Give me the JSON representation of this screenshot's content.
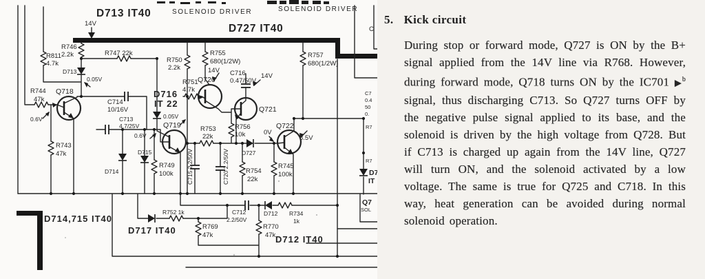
{
  "schematic": {
    "titles": {
      "d713": "D713 IT40",
      "solenoid_driver_1": "SOLENOID DRIVER",
      "solenoid_driver_2": "SOLENOID DRIVER",
      "d727": "D727 IT40",
      "d716_line1": "D716",
      "d716_line2": "IT 22",
      "d714_715": "D714,715 IT40",
      "d717": "D717 IT40",
      "d712": "D712 IT40"
    },
    "supply": {
      "v14_bus": "14V",
      "v14_q720": "14V",
      "v14_c716": "14V"
    },
    "test_points": {
      "tp_005_d713": "0.05V",
      "tp_06_q718": "0.6V",
      "tp_005_q719": "0.05V",
      "tp_06_q719": "0.6V",
      "tp_0v": "0V",
      "tp_85": "8.5V"
    },
    "transistors": {
      "q718": "Q718",
      "q719": "Q719",
      "q720": "Q720",
      "q721": "Q721",
      "q722": "Q722"
    },
    "diodes": {
      "d713": "D713",
      "d714": "D714",
      "d715": "D715",
      "d727": "D727",
      "d712": "D712"
    },
    "resistors": {
      "r811": {
        "name": "R811",
        "value": "4.7k"
      },
      "r746": {
        "name": "R746",
        "value": "2.2k"
      },
      "r747": {
        "name": "R747 22k"
      },
      "r744": {
        "name": "R744",
        "value": "47k"
      },
      "r743": {
        "name": "R743",
        "value": "47k"
      },
      "r750": {
        "name": "R750",
        "value": "2.2k"
      },
      "r751": {
        "name": "R751",
        "value": "4.7k"
      },
      "r749": {
        "name": "R749",
        "value": "100k"
      },
      "r753": {
        "name": "R753",
        "value": "22k"
      },
      "r755": {
        "name": "R755",
        "value": "680(1/2W)"
      },
      "r756": {
        "name": "R756",
        "value": "10k"
      },
      "r757": {
        "name": "R757",
        "value": "680(1/2W)"
      },
      "r754": {
        "name": "R754",
        "value": "22k"
      },
      "r745": {
        "name": "R745",
        "value": "100k"
      },
      "r752": {
        "name": "R752 1k"
      },
      "r769": {
        "name": "R769",
        "value": "47k"
      },
      "r770": {
        "name": "R770",
        "value": "47k"
      },
      "r734": {
        "name": "R734",
        "value": "1k"
      }
    },
    "capacitors": {
      "c714": {
        "name": "C714",
        "value": "10/16V"
      },
      "c713": {
        "name": "C713",
        "value": "4.7/25V"
      },
      "c716": {
        "name": "C716",
        "value": "0.47/50V"
      },
      "c715": "C715 2.2/50V",
      "c720": "C720 2.2/50V",
      "c712": {
        "name": "C712",
        "value": "2.2/50V"
      }
    },
    "partials": {
      "c_top": "C",
      "right_stack": [
        "C7",
        "0.4",
        "50",
        "0."
      ],
      "r7_a": "R7",
      "r7_b": "R7",
      "d_name": "D7",
      "d_type": "IT",
      "q7_box": "Q7",
      "sol_box": "SOL"
    }
  },
  "article": {
    "number": "5.",
    "title": "Kick circuit",
    "p1": "During stop or forward mode, Q727 is ON by the B+ signal applied from the 14V line via R768.  However, during forward mode, Q718 turns ON by the IC701 ",
    "play": "▶",
    "play_sup": "b",
    "p2": " signal, thus discharging C713.  So Q727 turns OFF by the negative pulse signal applied to its base, and the solenoid is driven by the high voltage from Q728.  But if C713 is charged up again from the 14V line, Q727 will turn ON, and the solenoid activated by a low voltage.  The same is true for Q725 and C718.  In this way, heat generation can be avoided during normal solenoid operation."
  },
  "colors": {
    "ink": "#232323",
    "paper": "#fbfaf8",
    "panel": "#f4f2ee"
  }
}
